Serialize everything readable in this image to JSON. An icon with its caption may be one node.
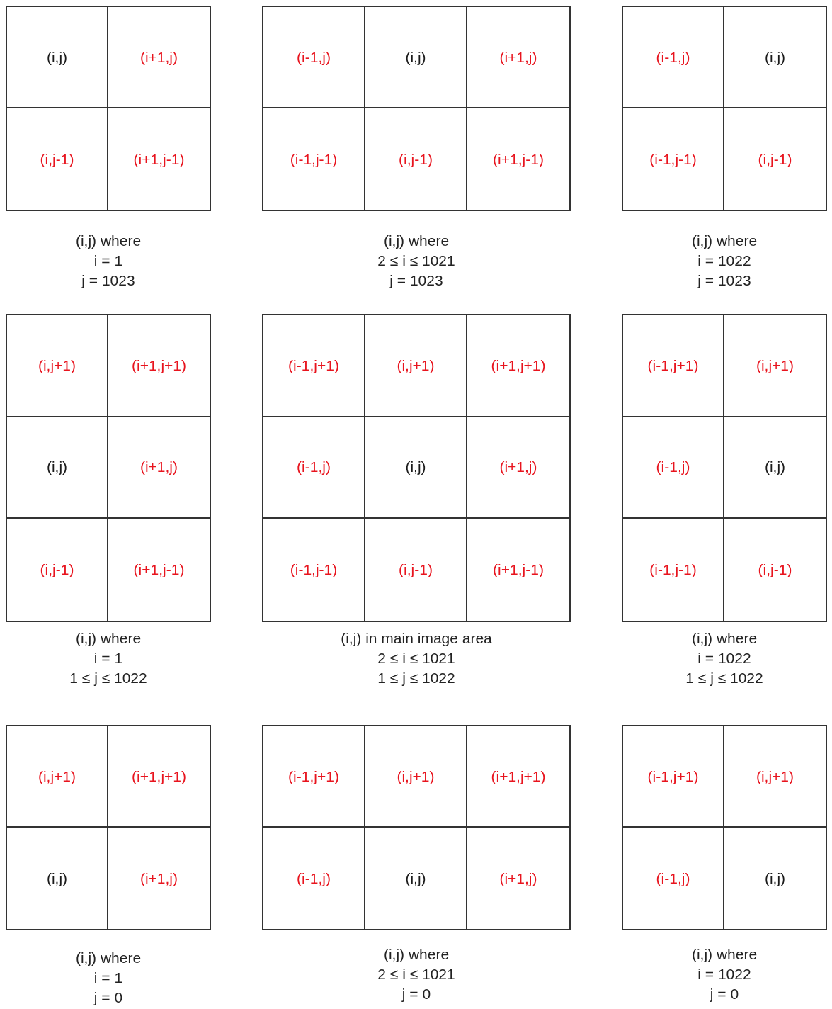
{
  "diagram": {
    "nodes": [
      {
        "text": [],
        "shape": "box",
        "beside": [
          "(i,j) where",
          "i = 1",
          "j = 1023"
        ]
      },
      {
        "text": [
          "(i,j)"
        ],
        "in": 0
      },
      {
        "text": [
          "(i+1,j)"
        ],
        "in": 0
      },
      {
        "text": [
          "(i,j-1)"
        ],
        "in": 0
      },
      {
        "text": [
          "(i+1,j-1)"
        ],
        "in": 0
      },
      {
        "text": [],
        "shape": "box",
        "beside": [
          "(i,j) where",
          "2 ≤ i ≤ 1021",
          "j = 1023"
        ]
      },
      {
        "text": [
          "(i-1,j)"
        ],
        "in": 5
      },
      {
        "text": [
          "(i,j)"
        ],
        "in": 5
      },
      {
        "text": [
          "(i+1,j)"
        ],
        "in": 5
      },
      {
        "text": [
          "(i-1,j-1)"
        ],
        "in": 5
      },
      {
        "text": [
          "(i,j-1)"
        ],
        "in": 5
      },
      {
        "text": [
          "(i+1,j-1)"
        ],
        "in": 5
      },
      {
        "text": [],
        "shape": "box",
        "beside": [
          "(i,j) where",
          "i = 1022",
          "j = 1023"
        ]
      },
      {
        "text": [
          "(i-1,j)"
        ],
        "in": 12
      },
      {
        "text": [
          "(i,j)"
        ],
        "in": 12
      },
      {
        "text": [
          "(i-1,j-1)"
        ],
        "in": 12
      },
      {
        "text": [
          "(i,j-1)"
        ],
        "in": 12
      },
      {
        "text": [],
        "shape": "box",
        "beside": [
          "(i,j) where",
          "i = 1",
          "1 ≤ j ≤ 1022"
        ]
      },
      {
        "text": [
          "(i,j+1)"
        ],
        "in": 17
      },
      {
        "text": [
          "(i+1,j+1)"
        ],
        "in": 17
      },
      {
        "text": [
          "(i,j)"
        ],
        "in": 17
      },
      {
        "text": [
          "(i+1,j)"
        ],
        "in": 17
      },
      {
        "text": [
          "(i,j-1)"
        ],
        "in": 17
      },
      {
        "text": [
          "(i+1,j-1)"
        ],
        "in": 17
      },
      {
        "text": [],
        "shape": "box",
        "beside": [
          "(i,j) in main image area",
          "2 ≤ i ≤ 1021",
          "1 ≤ j ≤ 1022"
        ]
      },
      {
        "text": [
          "(i-1,j+1)"
        ],
        "in": 24
      },
      {
        "text": [
          "(i,j+1)"
        ],
        "in": 24
      },
      {
        "text": [
          "(i+1,j+1)"
        ],
        "in": 24
      },
      {
        "text": [
          "(i-1,j)"
        ],
        "in": 24
      },
      {
        "text": [
          "(i,j)"
        ],
        "in": 24
      },
      {
        "text": [
          "(i+1,j)"
        ],
        "in": 24
      },
      {
        "text": [
          "(i-1,j-1)"
        ],
        "in": 24
      },
      {
        "text": [
          "(i,j-1)"
        ],
        "in": 24
      },
      {
        "text": [
          "(i+1,j-1)"
        ],
        "in": 24
      },
      {
        "text": [],
        "shape": "box",
        "beside": [
          "(i,j) where",
          "i = 1022",
          "1 ≤ j ≤ 1022"
        ]
      },
      {
        "text": [
          "(i-1,j+1)"
        ],
        "in": 34
      },
      {
        "text": [
          "(i,j+1)"
        ],
        "in": 34
      },
      {
        "text": [
          "(i-1,j)"
        ],
        "in": 34
      },
      {
        "text": [
          "(i,j)"
        ],
        "in": 34
      },
      {
        "text": [
          "(i-1,j-1)"
        ],
        "in": 34
      },
      {
        "text": [
          "(i,j-1)"
        ],
        "in": 34
      },
      {
        "text": [],
        "shape": "box",
        "beside": [
          "(i,j) where",
          "i = 1",
          "j = 0"
        ]
      },
      {
        "text": [
          "(i,j+1)"
        ],
        "in": 41
      },
      {
        "text": [
          "(i+1,j+1)"
        ],
        "in": 41
      },
      {
        "text": [
          "(i,j)"
        ],
        "in": 41
      },
      {
        "text": [
          "(i+1,j)"
        ],
        "in": 41
      },
      {
        "text": [],
        "shape": "box",
        "beside": [
          "(i,j) where",
          "2 ≤ i ≤ 1021",
          "j = 0"
        ]
      },
      {
        "text": [
          "(i-1,j+1)"
        ],
        "in": 46
      },
      {
        "text": [
          "(i,j+1)"
        ],
        "in": 46
      },
      {
        "text": [
          "(i+1,j+1)"
        ],
        "in": 46
      },
      {
        "text": [
          "(i-1,j)"
        ],
        "in": 46
      },
      {
        "text": [
          "(i,j)"
        ],
        "in": 46
      },
      {
        "text": [
          "(i+1,j)"
        ],
        "in": 46
      },
      {
        "text": [],
        "shape": "box",
        "beside": [
          "(i,j) where",
          "i = 1022",
          "j = 0"
        ]
      },
      {
        "text": [
          "(i-1,j+1)"
        ],
        "in": 53
      },
      {
        "text": [
          "(i,j+1)"
        ],
        "in": 53
      },
      {
        "text": [
          "(i-1,j)"
        ],
        "in": 53
      },
      {
        "text": [
          "(i,j)"
        ],
        "in": 53
      }
    ]
  }
}
